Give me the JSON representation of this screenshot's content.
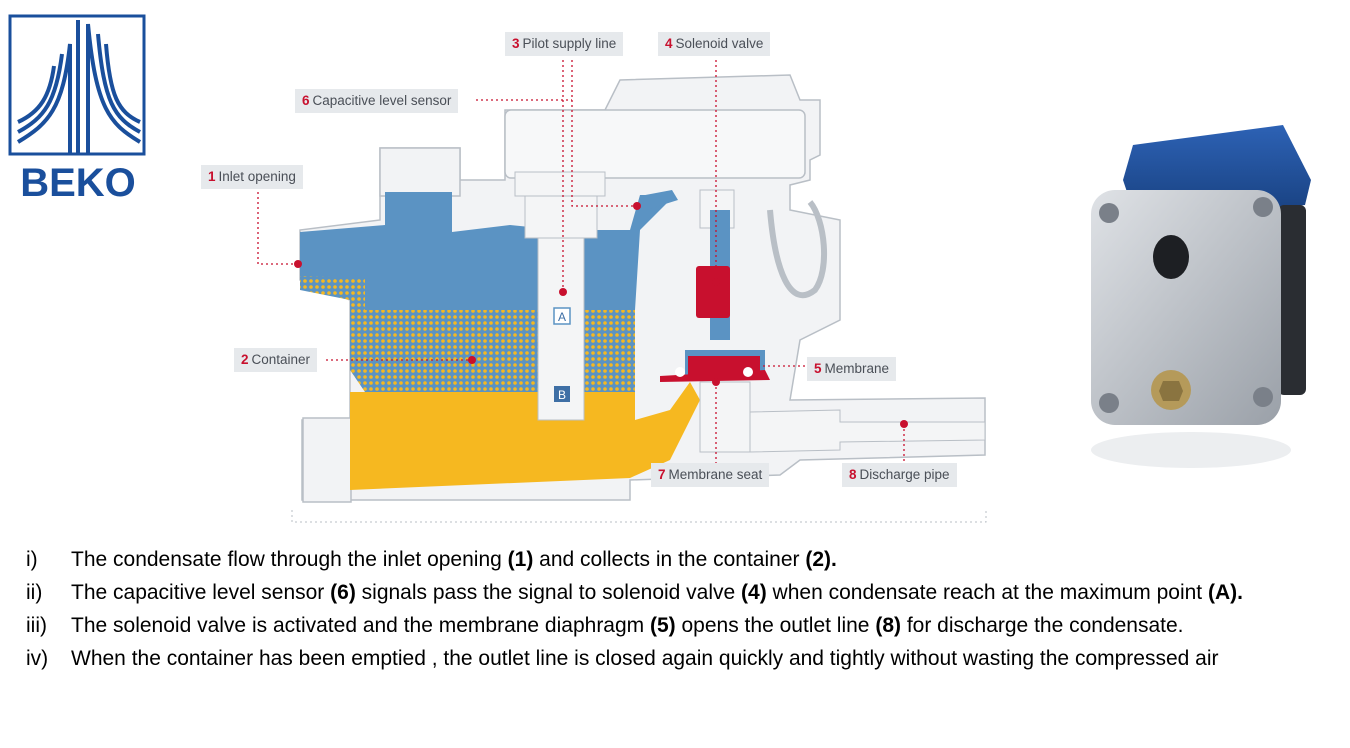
{
  "logo": {
    "text": "BEKO",
    "colors": {
      "brand": "#1a4f9c"
    }
  },
  "diagram": {
    "labels": [
      {
        "num": "3",
        "text": "Pilot supply line"
      },
      {
        "num": "4",
        "text": "Solenoid valve"
      },
      {
        "num": "6",
        "text": "Capacitive level sensor"
      },
      {
        "num": "1",
        "text": "Inlet opening"
      },
      {
        "num": "2",
        "text": "Container"
      },
      {
        "num": "5",
        "text": "Membrane"
      },
      {
        "num": "7",
        "text": "Membrane seat"
      },
      {
        "num": "8",
        "text": "Discharge pipe"
      }
    ],
    "level_markers": {
      "a": "A",
      "b": "B"
    },
    "colors": {
      "air": "#5b93c3",
      "condensate": "#f6b820",
      "accent": "#c8102e",
      "body": "#f2f3f5"
    }
  },
  "photo": {
    "icon": "drain-valve-photo-icon"
  },
  "steps": [
    {
      "marker": "i)",
      "parts": [
        "The condensate flow through the inlet opening ",
        "(1)",
        " and collects in the container ",
        "(2)."
      ]
    },
    {
      "marker": "ii)",
      "parts": [
        "The capacitive level sensor ",
        "(6)",
        " signals pass the signal to solenoid valve ",
        "(4)",
        " when condensate reach at the maximum point ",
        "(A)."
      ]
    },
    {
      "marker": "iii)",
      "parts": [
        "The solenoid valve is activated and the membrane diaphragm ",
        "(5)",
        " opens the outlet line ",
        "(8)",
        " for discharge the condensate."
      ]
    },
    {
      "marker": "iv)",
      "parts": [
        "When the container has been emptied , the outlet line is closed again quickly and tightly without wasting the compressed air"
      ]
    }
  ]
}
